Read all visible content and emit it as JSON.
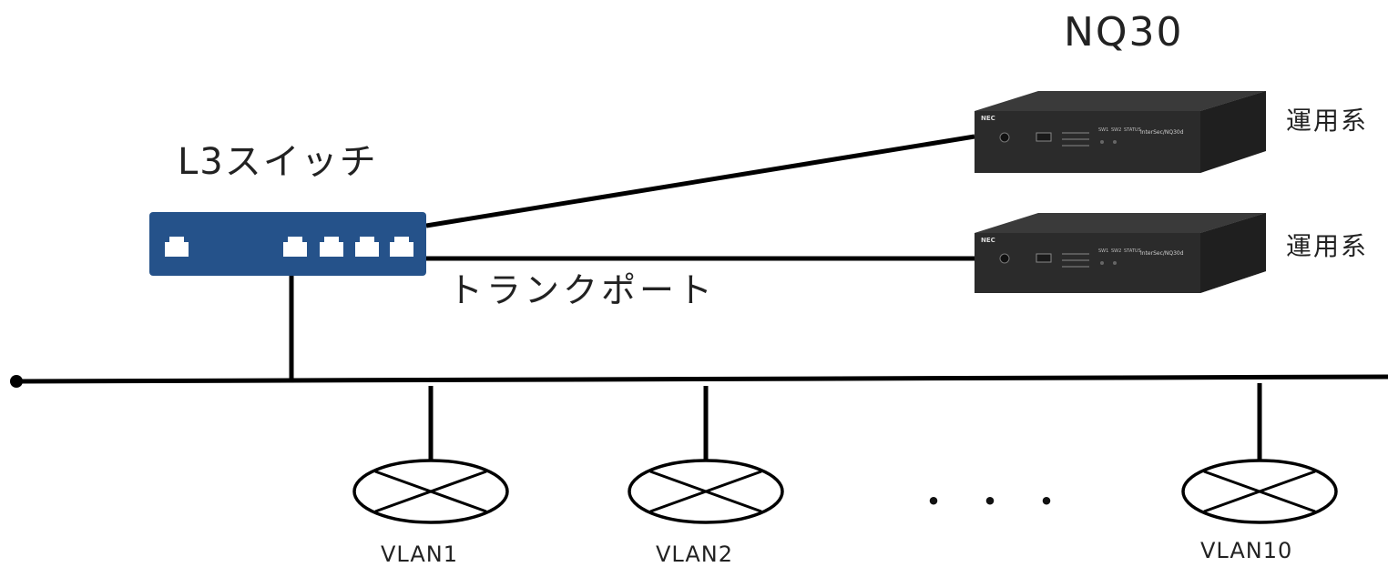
{
  "device_title": "NQ30",
  "switch_label": "L3スイッチ",
  "trunk_label": "トランクポート",
  "appliances": [
    {
      "role": "運用系",
      "brand": "NEC",
      "model_badge": "InterSec/NQ30d"
    },
    {
      "role": "運用系",
      "brand": "NEC",
      "model_badge": "InterSec/NQ30d"
    }
  ],
  "front_panel_text": [
    "SW1",
    "SW2",
    "STATUS"
  ],
  "vlans": [
    "VLAN1",
    "VLAN2",
    "VLAN10"
  ],
  "ellipsis": "・・・",
  "colors": {
    "switch_body": "#25528a",
    "line": "#000000",
    "appliance_top": "#4a4a4a",
    "appliance_front": "#2c2c2c"
  },
  "icons": {
    "switch": "l3-switch-icon",
    "appliance": "network-appliance-icon",
    "router": "router-x-icon"
  }
}
